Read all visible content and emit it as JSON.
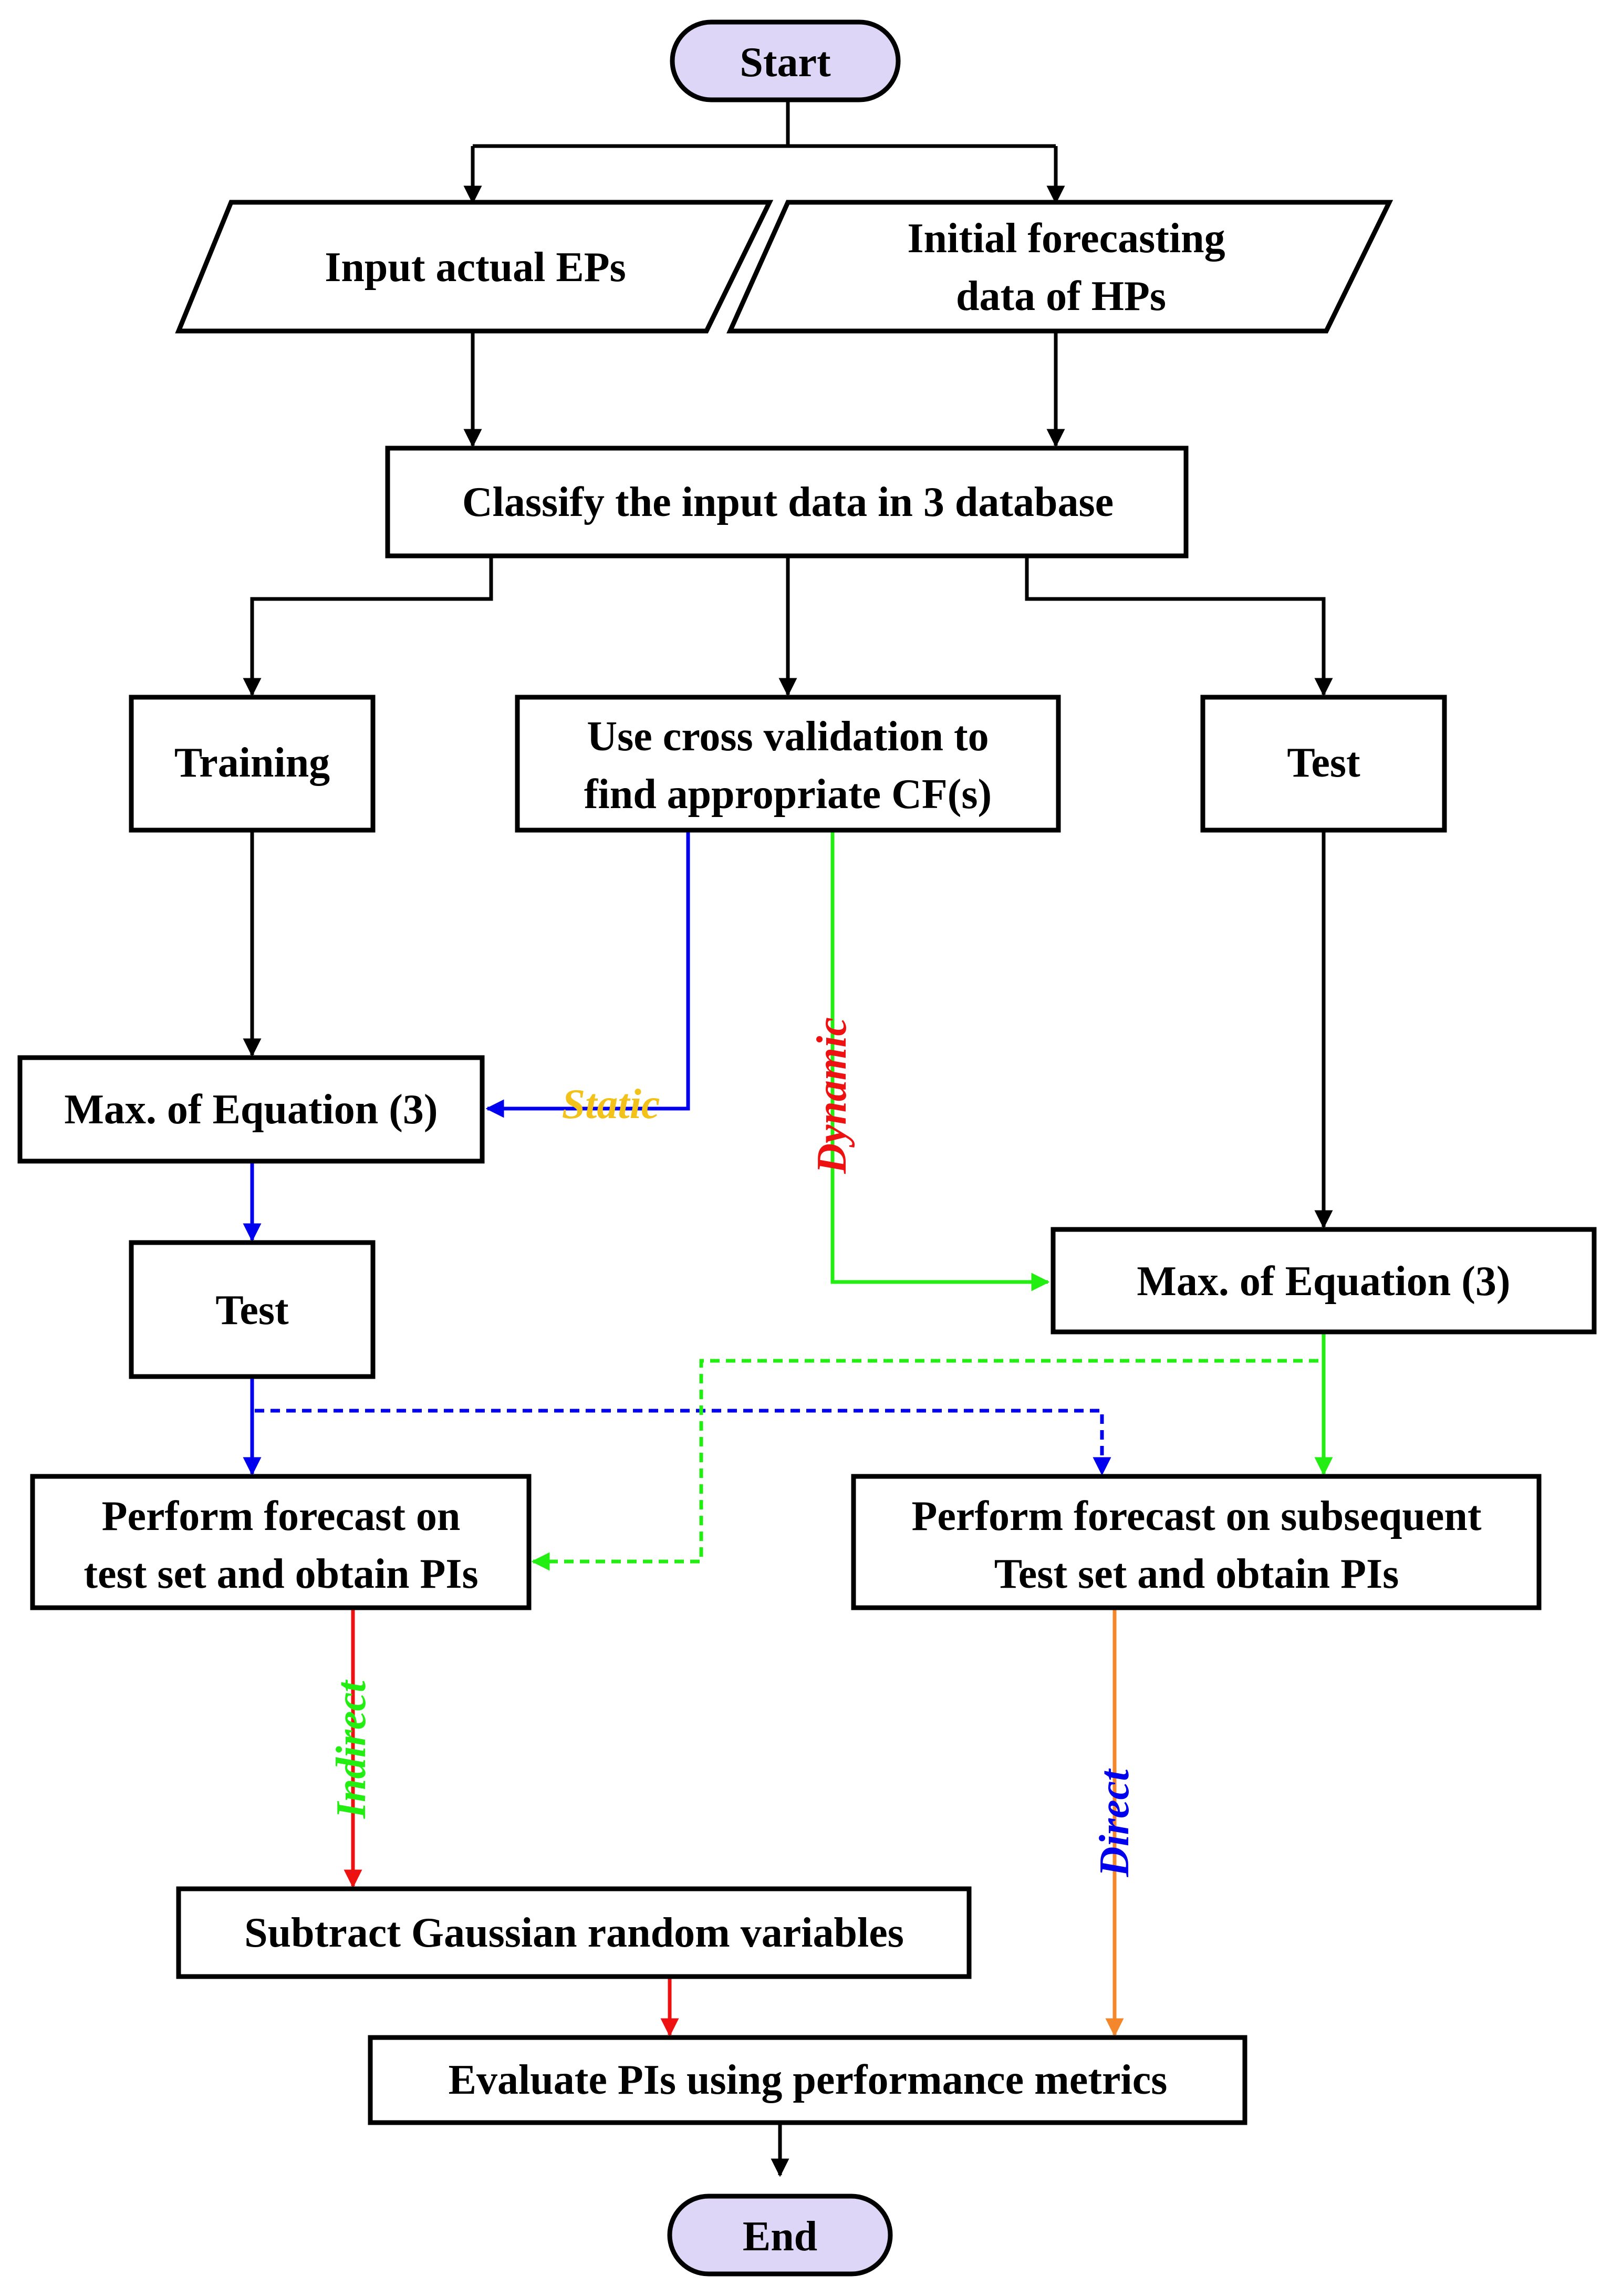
{
  "colors": {
    "black": "#000000",
    "blue": "#0000ee",
    "green": "#22ee11",
    "red": "#ee1111",
    "orange": "#f4862c",
    "yellow": "#f2c21a",
    "terminal_fill": "#ddd6f7"
  },
  "nodes": {
    "start": "Start",
    "input_eps": "Input actual EPs",
    "forecast_hps_1": "Initial forecasting",
    "forecast_hps_2": "data of HPs",
    "classify": "Classify the input data in 3 database",
    "training": "Training",
    "cross_val_1": "Use cross validation to",
    "cross_val_2": "find appropriate CF(s)",
    "test_right": "Test",
    "max_eq_left": "Max. of Equation (3)",
    "test_left": "Test",
    "max_eq_right": "Max. of Equation (3)",
    "perform_left_1": "Perform forecast on",
    "perform_left_2": "test set and obtain PIs",
    "perform_right_1": "Perform forecast on subsequent",
    "perform_right_2": "Test set and obtain PIs",
    "subtract": "Subtract Gaussian random variables",
    "evaluate": "Evaluate PIs using performance metrics",
    "end": "End"
  },
  "labels": {
    "static": "Static",
    "dynamic": "Dynamic",
    "indirect": "Indirect",
    "direct": "Direct"
  }
}
